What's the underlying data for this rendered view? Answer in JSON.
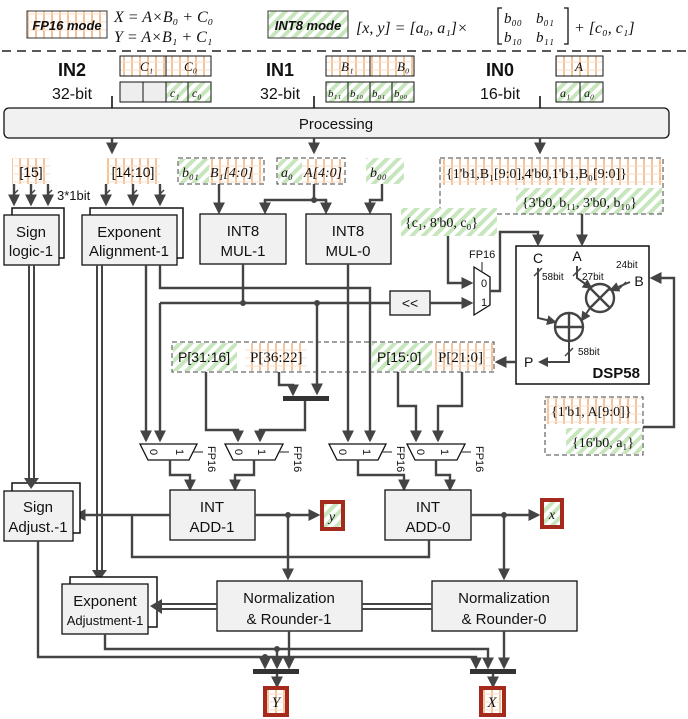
{
  "legend": {
    "fp16_label": "FP16 mode",
    "fp16_eq1": "X = A×B₀ + C₀",
    "fp16_eq2": "Y = A×B₁ + C₁",
    "int8_label": "INT8 mode",
    "int8_eq_lhs": "[x, y] = [a₀, a₁]×",
    "int8_matrix": [
      "b₀₀",
      "b₀₁",
      "b₁₀",
      "b₁₁"
    ],
    "int8_eq_rhs": "+ [c₀, c₁]"
  },
  "inputs": [
    {
      "name": "IN2",
      "width": "32-bit",
      "fp16_fields": [
        "C₁",
        "C₀"
      ],
      "int8_fields": [
        "",
        "",
        "c₁",
        "c₀"
      ]
    },
    {
      "name": "IN1",
      "width": "32-bit",
      "fp16_fields": [
        "B₁",
        "B₀"
      ],
      "int8_fields": [
        "b₁₁",
        "b₁₀",
        "b₀₁",
        "b₀₀"
      ]
    },
    {
      "name": "IN0",
      "width": "16-bit",
      "fp16_fields": [
        "A"
      ],
      "int8_fields": [
        "a₁",
        "a₀"
      ]
    }
  ],
  "processing_label": "Processing",
  "fields": {
    "sign_bit": "[15]",
    "exp_bits": "[14:10]",
    "mul1_in_int8": "b₀₁",
    "mul1_in_fp16": "B₁[4:0]",
    "mul0_in_int8": "a₀",
    "mul0_in_fp16": "A[4:0]",
    "mul0_b": "b₀₀",
    "dsp_a_fp16": "{1'b1,B₁[9:0],4'b0,1'b1,B₀[9:0]}",
    "dsp_a_int8": "{3'b0, b₁₁, 3'b0, b₁₀}",
    "dsp_c_int8": "{c₁, 8'b0, c₀}",
    "dsp_b_fp16": "{1'b1, A[9:0]}",
    "dsp_b_int8": "{16'b0, a₁}",
    "p_hi_int8": "P[31:16]",
    "p_hi_fp16": "P[36:22]",
    "p_lo_int8": "P[15:0]",
    "p_lo_fp16": "P[21:0]"
  },
  "annotations": {
    "bits_3x1": "3*1bit",
    "fp16_sel": "FP16",
    "c_bits": "58bit",
    "a_bits": "27bit",
    "b_bits": "24bit",
    "p_bits": "58bit",
    "shift": "<<",
    "mux_0": "0",
    "mux_1": "1"
  },
  "blocks": {
    "sign_logic": [
      "Sign",
      "logic-1"
    ],
    "exp_align": [
      "Exponent",
      "Alignment-1"
    ],
    "mul1": [
      "INT8",
      "MUL-1"
    ],
    "mul0": [
      "INT8",
      "MUL-0"
    ],
    "dsp": {
      "title": "DSP58",
      "port_c": "C",
      "port_a": "A",
      "port_b": "B",
      "port_p": "P"
    },
    "add1": [
      "INT",
      "ADD-1"
    ],
    "add0": [
      "INT",
      "ADD-0"
    ],
    "sign_adj": [
      "Sign",
      "Adjust.-1"
    ],
    "exp_adj": [
      "Exponent",
      "Adjustment-1"
    ],
    "norm1": [
      "Normalization",
      "& Rounder-1"
    ],
    "norm0": [
      "Normalization",
      "& Rounder-0"
    ]
  },
  "outputs": {
    "y": "y",
    "x": "x",
    "Y": "Y",
    "X": "X"
  },
  "colors": {
    "fp16_stripe": "#f4c39a",
    "int8_stripe": "#a9d49a",
    "output_border": "#a52a1e",
    "wire": "#444444",
    "block_fill": "#f1f1f1"
  }
}
